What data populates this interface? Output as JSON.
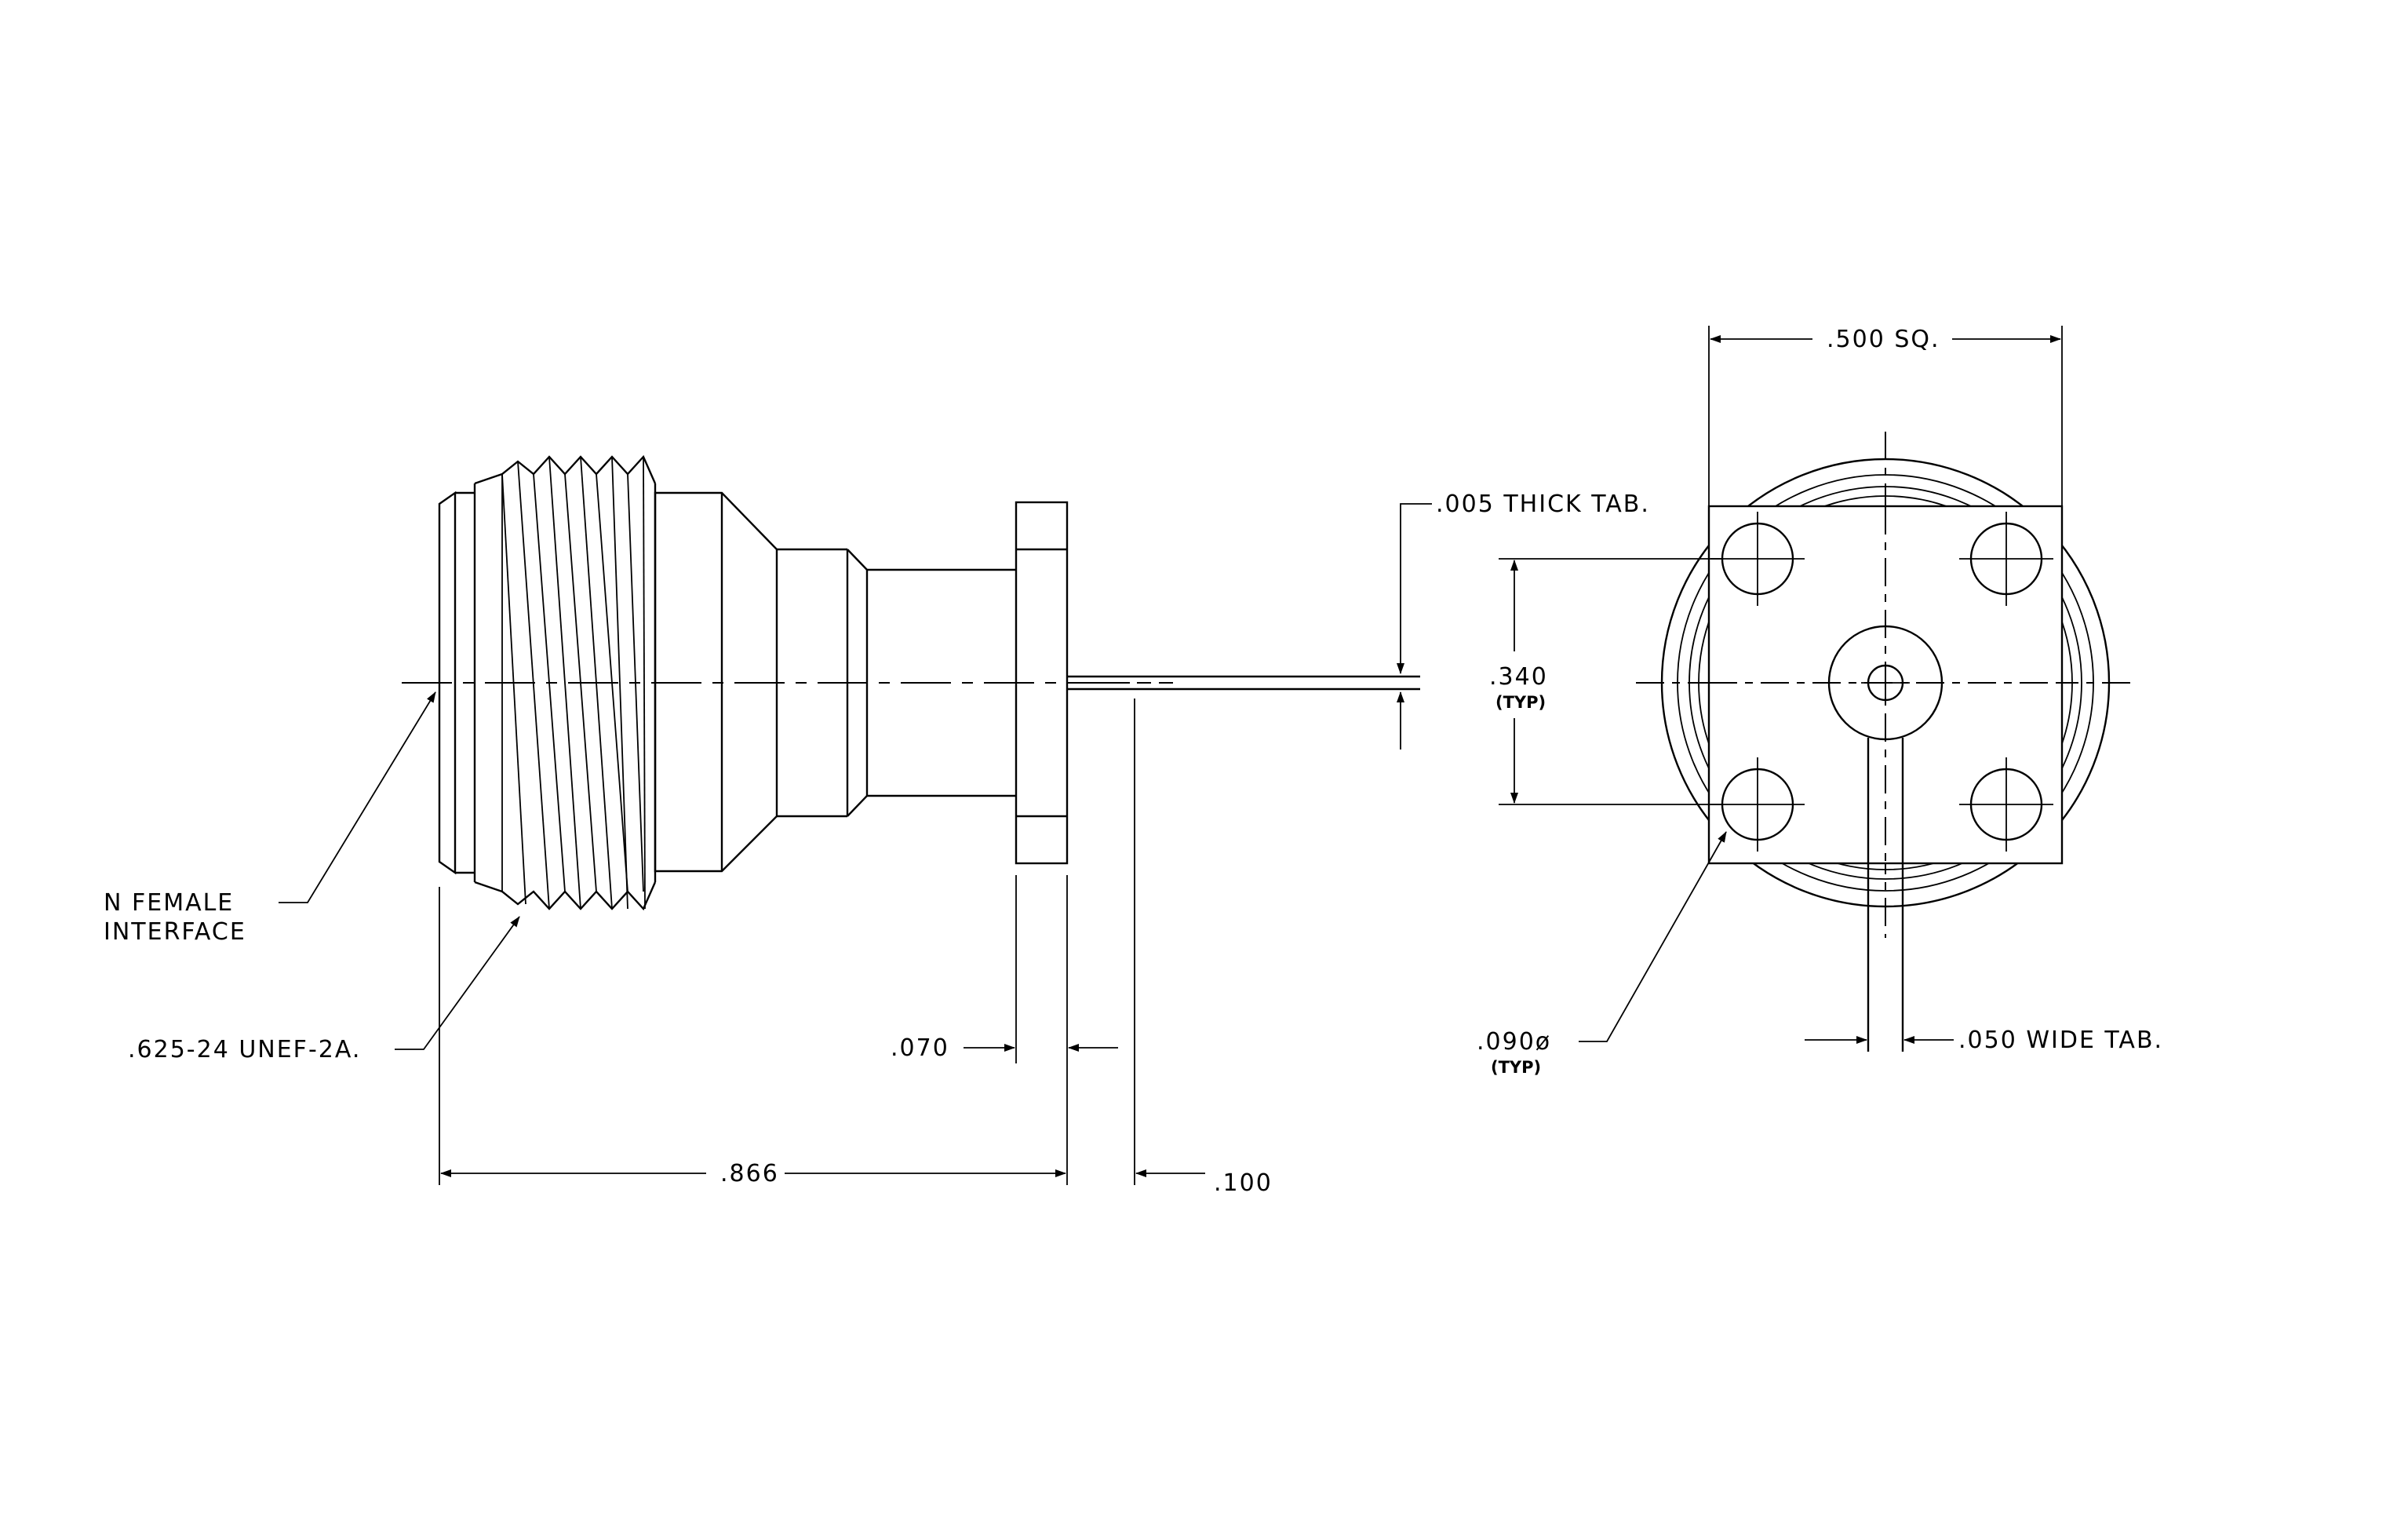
{
  "labels": {
    "n_female": "N FEMALE",
    "interface": "INTERFACE",
    "thread": ".625-24 UNEF-2A.",
    "dim_070": ".070",
    "dim_866": ".866",
    "dim_100": ".100",
    "thick_tab": ".005 THICK TAB.",
    "dim_500": ".500 SQ.",
    "dim_340": ".340",
    "typ": "(TYP)",
    "dim_090": ".090ø",
    "wide_tab": ".050 WIDE TAB."
  }
}
